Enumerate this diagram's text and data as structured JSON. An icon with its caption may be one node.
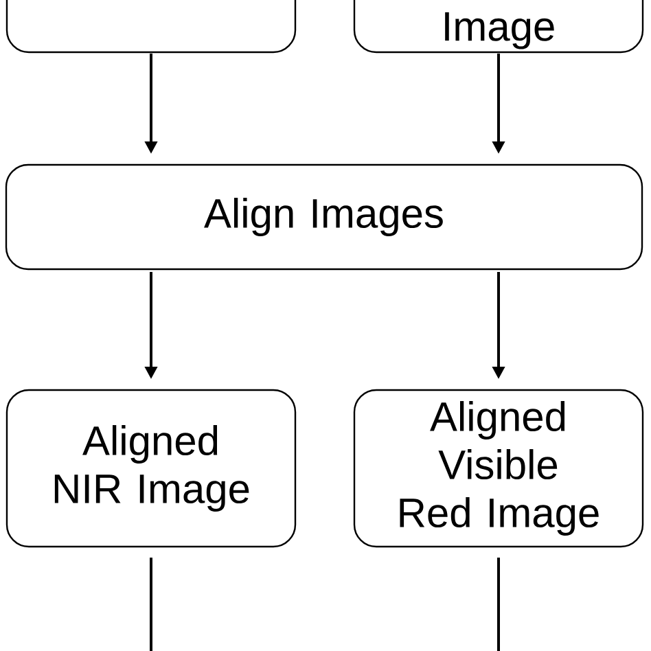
{
  "diagram": {
    "nodes": [
      {
        "text": [],
        "shape": "box"
      },
      {
        "text": [
          "Image"
        ]
      },
      {
        "text": [
          "Align Images"
        ]
      },
      {
        "text": [
          "Aligned NIR Image"
        ]
      },
      {
        "text": [
          "Aligned Visible Red Image"
        ]
      }
    ],
    "edges": [
      {
        "from": 0,
        "to": 2,
        "arrow": "to"
      },
      {
        "from": 1,
        "to": 2,
        "arrow": "to"
      },
      {
        "from": 2,
        "to": 3,
        "arrow": "to"
      },
      {
        "from": 2,
        "to": 4,
        "arrow": "to"
      },
      {
        "from": 3,
        "to": null,
        "arrow": "none"
      },
      {
        "from": 4,
        "to": null,
        "arrow": "none"
      }
    ]
  }
}
